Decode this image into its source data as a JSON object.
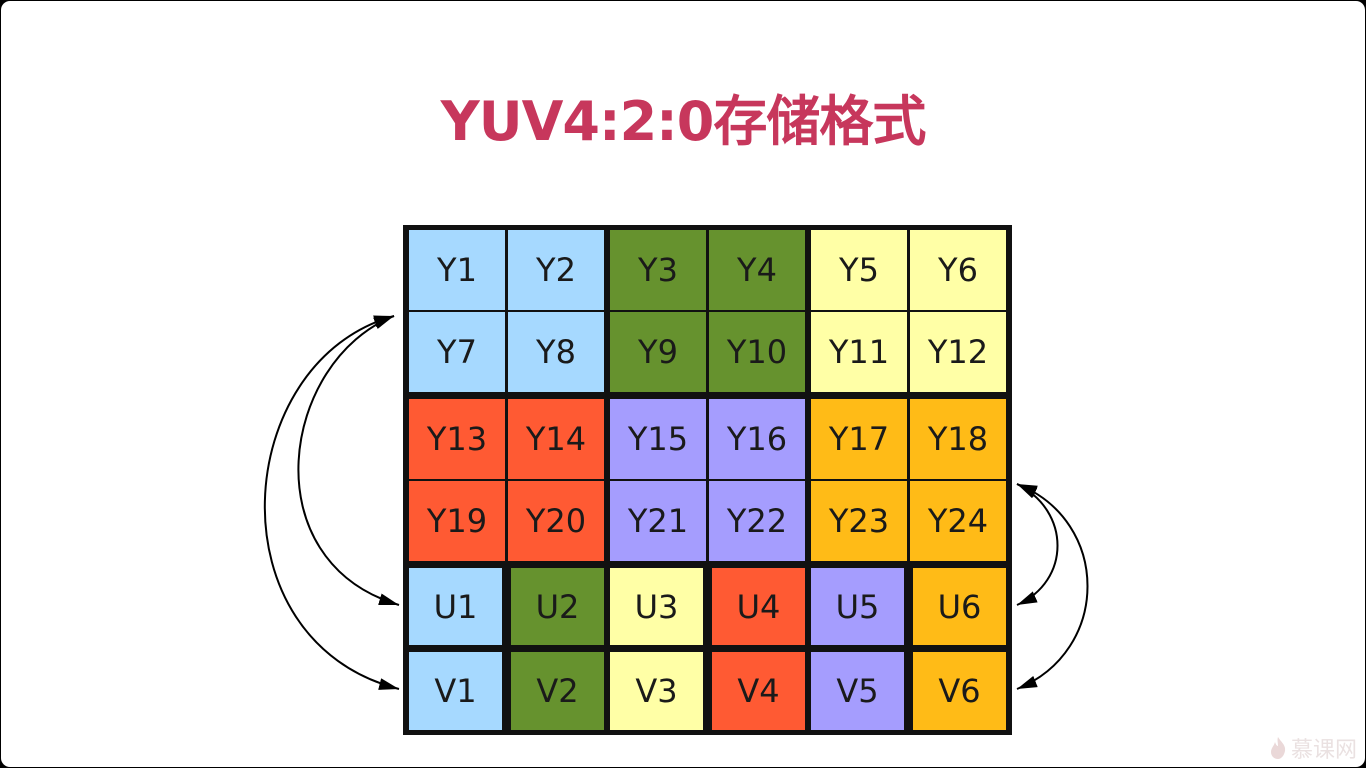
{
  "slide": {
    "title": "YUV4:2:0存储格式"
  },
  "palette": {
    "title": "#c7375c",
    "frame": "#111111",
    "text": "#1a1a1a",
    "watermark": "#d9c8c8"
  },
  "grid": {
    "y_rows": [
      [
        {
          "label": "Y1",
          "color": "#a6d9ff"
        },
        {
          "label": "Y2",
          "color": "#a6d9ff"
        },
        {
          "label": "Y3",
          "color": "#66922e"
        },
        {
          "label": "Y4",
          "color": "#66922e"
        },
        {
          "label": "Y5",
          "color": "#ffffa6"
        },
        {
          "label": "Y6",
          "color": "#ffffa6"
        }
      ],
      [
        {
          "label": "Y7",
          "color": "#a6d9ff"
        },
        {
          "label": "Y8",
          "color": "#a6d9ff"
        },
        {
          "label": "Y9",
          "color": "#66922e"
        },
        {
          "label": "Y10",
          "color": "#66922e"
        },
        {
          "label": "Y11",
          "color": "#ffffa6"
        },
        {
          "label": "Y12",
          "color": "#ffffa6"
        }
      ],
      [
        {
          "label": "Y13",
          "color": "#ff5a33"
        },
        {
          "label": "Y14",
          "color": "#ff5a33"
        },
        {
          "label": "Y15",
          "color": "#a59dfe"
        },
        {
          "label": "Y16",
          "color": "#a59dfe"
        },
        {
          "label": "Y17",
          "color": "#ffbb17"
        },
        {
          "label": "Y18",
          "color": "#ffbb17"
        }
      ],
      [
        {
          "label": "Y19",
          "color": "#ff5a33"
        },
        {
          "label": "Y20",
          "color": "#ff5a33"
        },
        {
          "label": "Y21",
          "color": "#a59dfe"
        },
        {
          "label": "Y22",
          "color": "#a59dfe"
        },
        {
          "label": "Y23",
          "color": "#ffbb17"
        },
        {
          "label": "Y24",
          "color": "#ffbb17"
        }
      ]
    ],
    "u_row": [
      {
        "label": "U1",
        "color": "#a6d9ff"
      },
      {
        "label": "U2",
        "color": "#66922e"
      },
      {
        "label": "U3",
        "color": "#ffffa6"
      },
      {
        "label": "U4",
        "color": "#ff5a33"
      },
      {
        "label": "U5",
        "color": "#a59dfe"
      },
      {
        "label": "U6",
        "color": "#ffbb17"
      }
    ],
    "v_row": [
      {
        "label": "V1",
        "color": "#a6d9ff"
      },
      {
        "label": "V2",
        "color": "#66922e"
      },
      {
        "label": "V3",
        "color": "#ffffa6"
      },
      {
        "label": "V4",
        "color": "#ff5a33"
      },
      {
        "label": "V5",
        "color": "#a59dfe"
      },
      {
        "label": "V6",
        "color": "#ffbb17"
      }
    ]
  },
  "watermark": {
    "brand": "慕课网",
    "icon": "flame-icon"
  }
}
